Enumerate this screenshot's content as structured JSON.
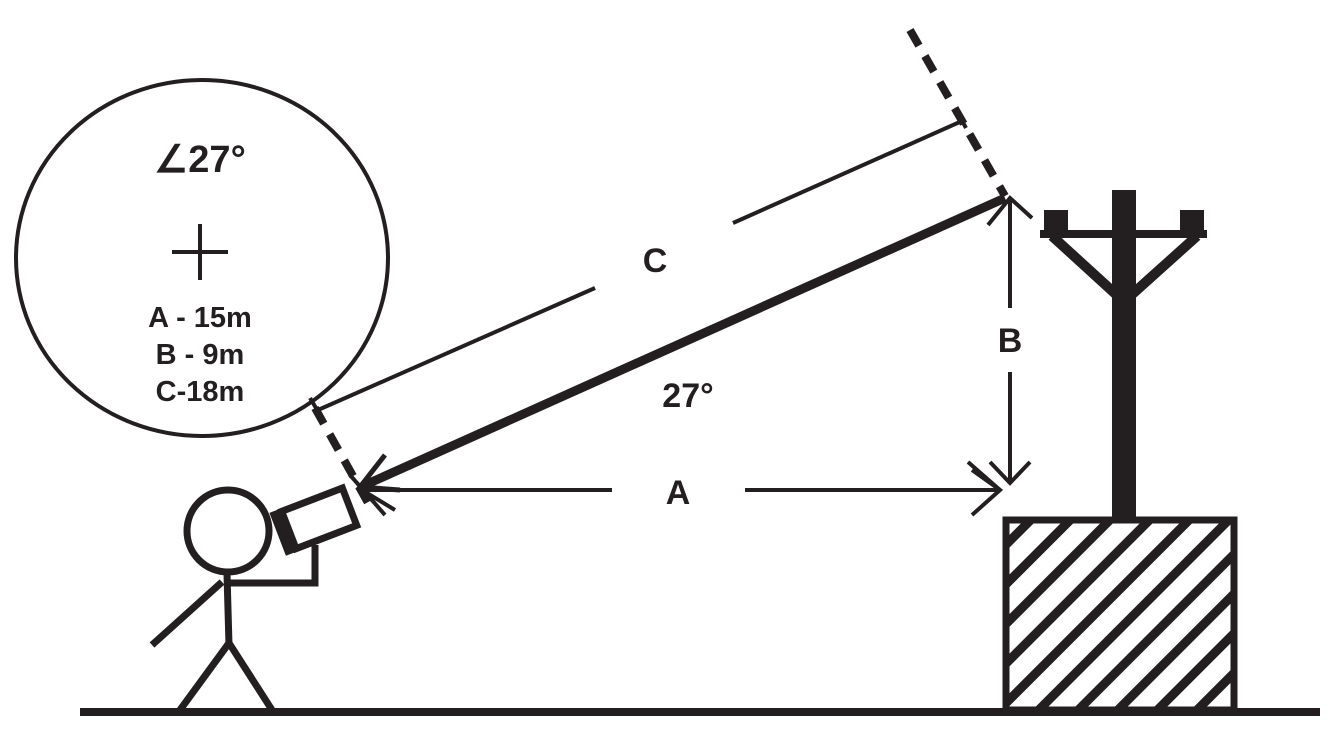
{
  "colors": {
    "ink": "#231f20",
    "background": "#ffffff"
  },
  "display": {
    "angle": "∠27°",
    "reticle": "crosshair-icon",
    "readings": [
      "A - 15m",
      "B - 9m",
      "C-18m"
    ]
  },
  "labels": {
    "slope": "C",
    "horizontal": "A",
    "vertical": "B",
    "angle": "27°"
  }
}
